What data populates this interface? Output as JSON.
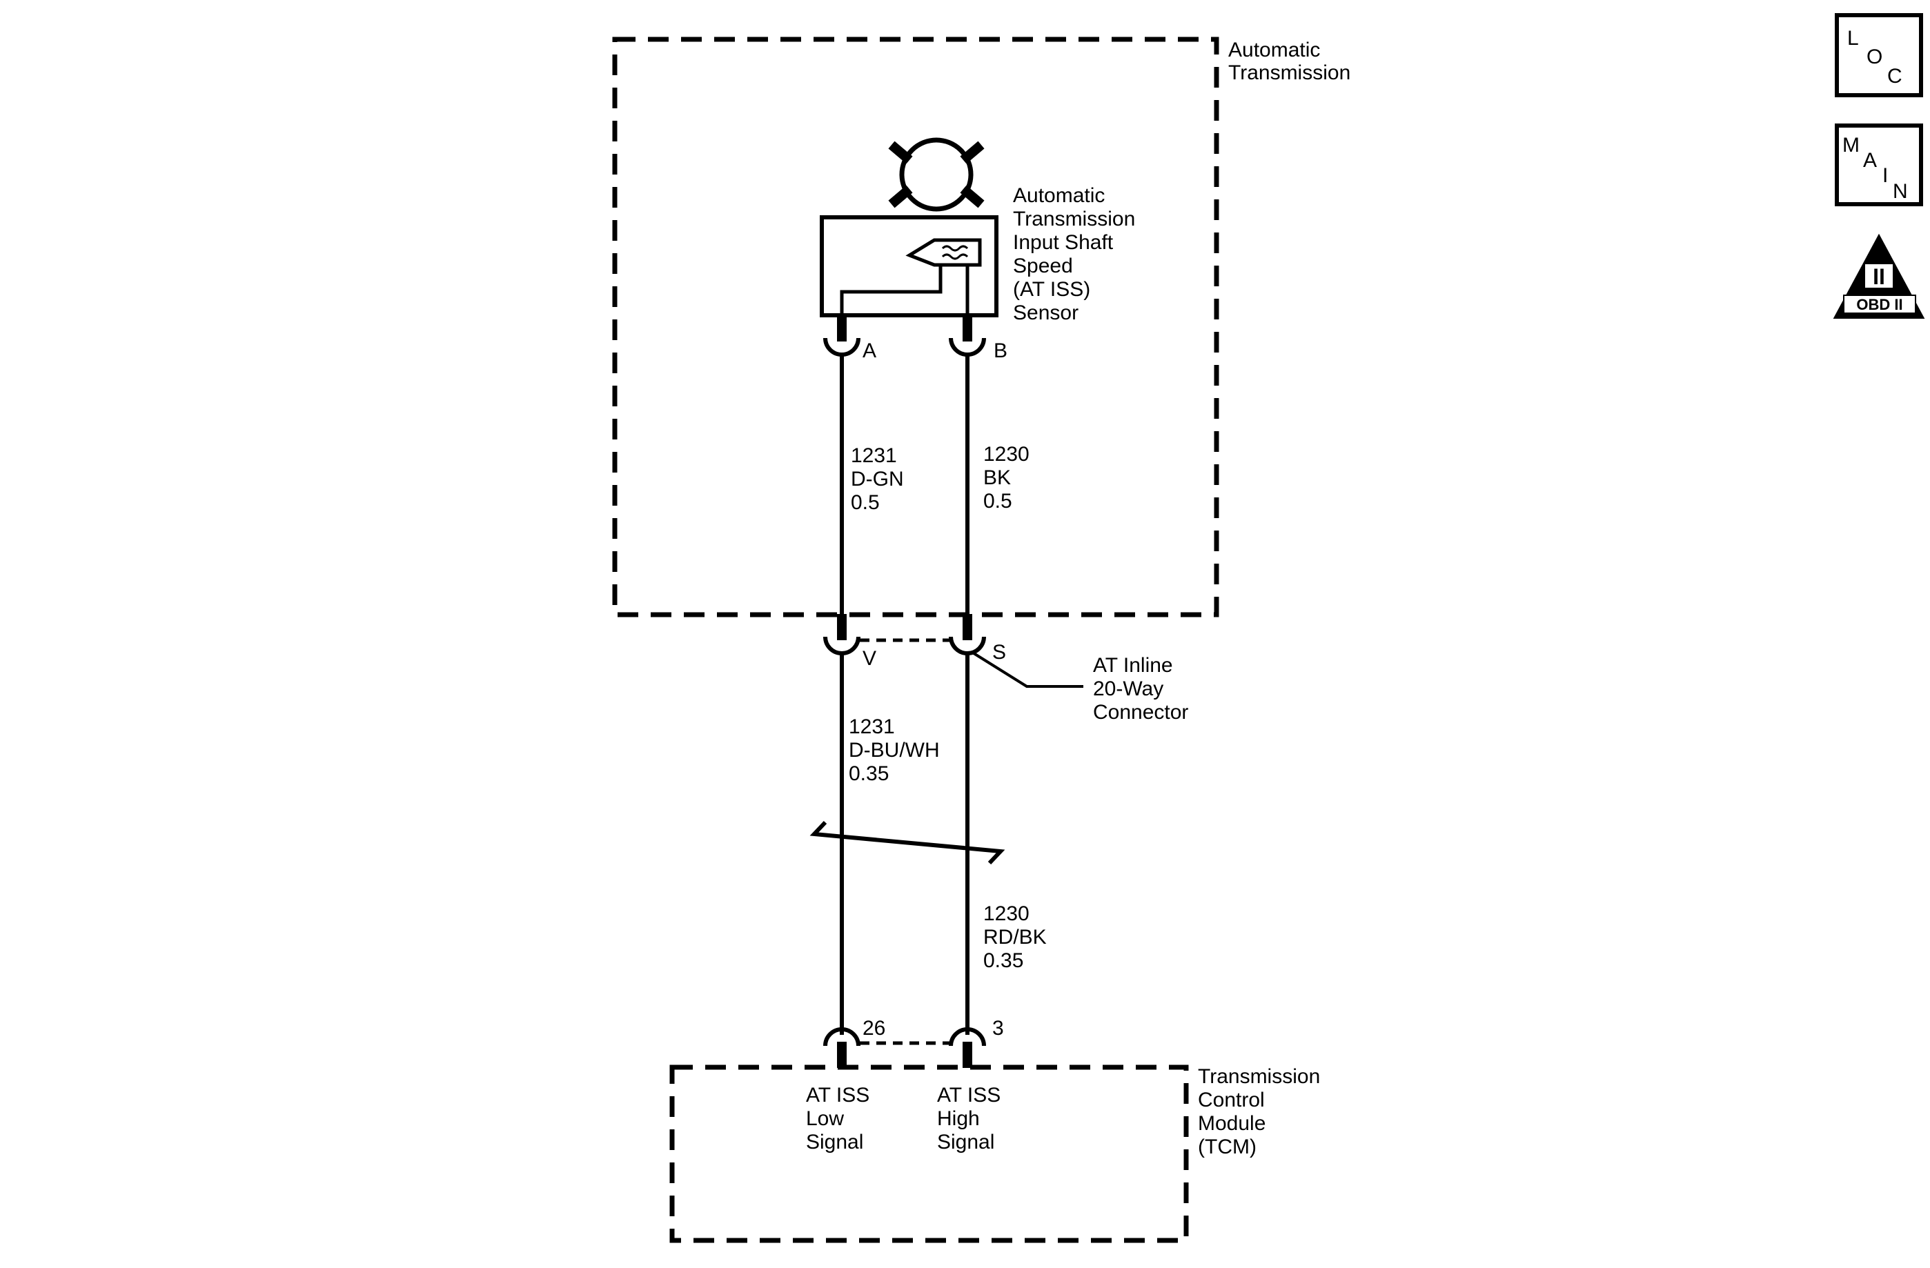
{
  "automatic_transmission": {
    "label_lines": [
      "Automatic",
      "Transmission"
    ]
  },
  "sensor": {
    "label_lines": [
      "Automatic",
      "Transmission",
      "Input Shaft",
      "Speed",
      "(AT ISS)",
      "Sensor"
    ],
    "terminal_a": "A",
    "terminal_b": "B"
  },
  "wires_upper": {
    "left": [
      "1231",
      "D-GN",
      "0.5"
    ],
    "right": [
      "1230",
      "BK",
      "0.5"
    ]
  },
  "inline_connector": {
    "pin_left": "V",
    "pin_right": "S",
    "label_lines": [
      "AT Inline",
      "20-Way",
      "Connector"
    ]
  },
  "wires_lower": {
    "left": [
      "1231",
      "D-BU/WH",
      "0.35"
    ],
    "right": [
      "1230",
      "RD/BK",
      "0.35"
    ]
  },
  "tcm": {
    "pin_left": "26",
    "pin_right": "3",
    "label_lines": [
      "Transmission",
      "Control",
      "Module",
      "(TCM)"
    ],
    "low_signal": [
      "AT ISS",
      "Low",
      "Signal"
    ],
    "high_signal": [
      "AT ISS",
      "High",
      "Signal"
    ]
  },
  "icons": {
    "loc": {
      "letters": [
        "L",
        "O",
        "C"
      ]
    },
    "main": {
      "letters": [
        "M",
        "A",
        "I",
        "N"
      ]
    },
    "obd": {
      "numeral": "II",
      "label": "OBD II"
    }
  }
}
